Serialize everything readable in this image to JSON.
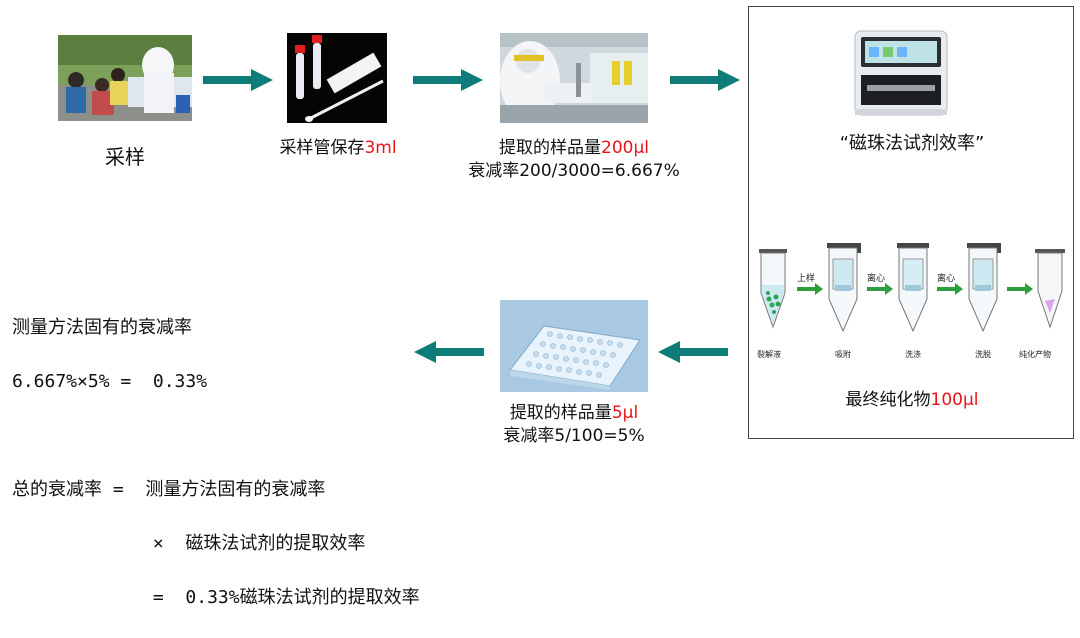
{
  "steps": {
    "sampling": {
      "label": "采样"
    },
    "tube": {
      "label": "采样管保存",
      "value": "3ml"
    },
    "extract1": {
      "label": "提取的样品量",
      "value": "200μl",
      "note": "衰减率200/3000=6.667%"
    },
    "machine": {
      "label": "“磁珠法试剂效率”"
    },
    "purified": {
      "label": "最终纯化物",
      "value": "100μl"
    },
    "extract2": {
      "label": "提取的样品量",
      "value": "5μl",
      "note": "衰减率5/100=5%"
    }
  },
  "process": {
    "stages": [
      "裂解液",
      "吸附",
      "洗涤",
      "洗脱",
      "纯化产物"
    ],
    "arrows": [
      "上样",
      "离心",
      "离心"
    ]
  },
  "formula": {
    "line1": "测量方法固有的衰减率",
    "line2": "6.667%×5% =  0.33%",
    "line3": "总的衰减率 =  测量方法固有的衰减率",
    "line4": "             ×  磁珠法试剂的提取效率",
    "line5": "             =  0.33%磁珠法试剂的提取效率"
  },
  "colors": {
    "arrow": "#0e7c79",
    "highlight": "#e8141a",
    "process_arrow": "#2e9e3e"
  }
}
